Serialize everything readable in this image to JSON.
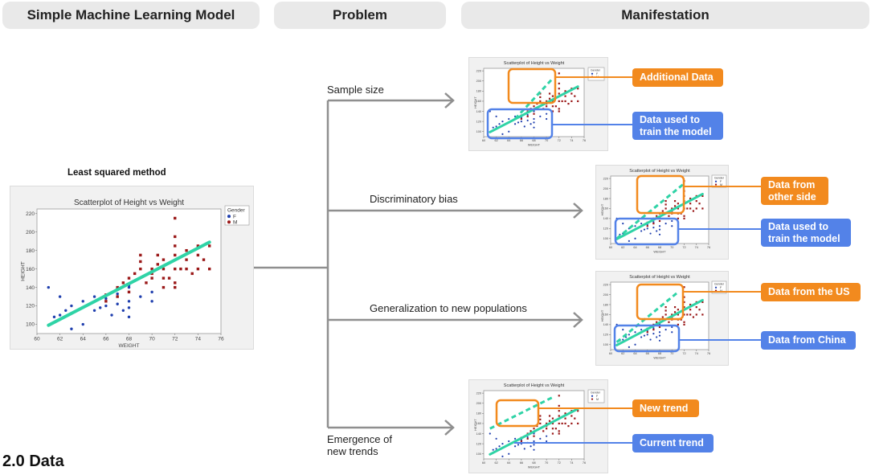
{
  "headers": {
    "model": "Simple Machine Learning Model",
    "problem": "Problem",
    "manifestation": "Manifestation"
  },
  "main_chart": {
    "heading": "Least squared method",
    "title": "Scatterplot of Height vs Weight",
    "xlabel": "WEIGHT",
    "ylabel": "HEIGHT",
    "legend_title": "Gender",
    "legend_items": [
      "F",
      "M"
    ],
    "x_ticks": [
      "60",
      "62",
      "64",
      "66",
      "68",
      "70",
      "72",
      "74",
      "76"
    ],
    "y_ticks": [
      "100",
      "120",
      "140",
      "160",
      "180",
      "200",
      "220"
    ]
  },
  "problems": [
    {
      "label": "Sample size"
    },
    {
      "label": "Discriminatory bias"
    },
    {
      "label": "Generalization to new populations"
    },
    {
      "label": "Emergence of new trends"
    }
  ],
  "manifestations": [
    {
      "orange_label": "Additional Data",
      "blue_label": "Data used to train the model"
    },
    {
      "orange_label": "Data from other side",
      "blue_label": "Data used to train the model"
    },
    {
      "orange_label": "Data from the US",
      "blue_label": "Data from China"
    },
    {
      "orange_label": "New trend",
      "blue_label": "Current trend"
    }
  ],
  "footer": "2.0 Data",
  "colors": {
    "fit_line": "#2fd3a6",
    "female_points": "#1f3fae",
    "male_points": "#9a1818",
    "orange": "#f28a1e",
    "blue": "#5382e8",
    "arrow": "#8f8f8f"
  },
  "chart_data": {
    "type": "scatter",
    "title": "Scatterplot of Height vs Weight",
    "xlabel": "WEIGHT",
    "ylabel": "HEIGHT",
    "xlim": [
      60,
      76
    ],
    "ylim": [
      90,
      225
    ],
    "grid": false,
    "legend_position": "top-right",
    "series": [
      {
        "name": "F",
        "points": [
          [
            61,
            140
          ],
          [
            61.5,
            108
          ],
          [
            62,
            110
          ],
          [
            62,
            130
          ],
          [
            62.5,
            115
          ],
          [
            63,
            112
          ],
          [
            63,
            120
          ],
          [
            63,
            95
          ],
          [
            64,
            100
          ],
          [
            64,
            125
          ],
          [
            65,
            115
          ],
          [
            65,
            130
          ],
          [
            65.5,
            118
          ],
          [
            66,
            120
          ],
          [
            66,
            128
          ],
          [
            66.5,
            110
          ],
          [
            67,
            122
          ],
          [
            67,
            133
          ],
          [
            67.5,
            115
          ],
          [
            68,
            108
          ],
          [
            68,
            118
          ],
          [
            68,
            125
          ],
          [
            68,
            140
          ],
          [
            68,
            142
          ],
          [
            69,
            130
          ],
          [
            70,
            125
          ],
          [
            70,
            135
          ]
        ]
      },
      {
        "name": "M",
        "points": [
          [
            66,
            125
          ],
          [
            66,
            132
          ],
          [
            67,
            130
          ],
          [
            67,
            140
          ],
          [
            67.5,
            145
          ],
          [
            68,
            135
          ],
          [
            68,
            150
          ],
          [
            68.5,
            155
          ],
          [
            69,
            160
          ],
          [
            69,
            175
          ],
          [
            69,
            168
          ],
          [
            69.5,
            145
          ],
          [
            70,
            150
          ],
          [
            70,
            160
          ],
          [
            70,
            155
          ],
          [
            70.5,
            165
          ],
          [
            70.5,
            175
          ],
          [
            71,
            140
          ],
          [
            71,
            150
          ],
          [
            71,
            160
          ],
          [
            71,
            170
          ],
          [
            71.5,
            150
          ],
          [
            72,
            140
          ],
          [
            72,
            145
          ],
          [
            72,
            160
          ],
          [
            72,
            175
          ],
          [
            72,
            185
          ],
          [
            72,
            195
          ],
          [
            72,
            215
          ],
          [
            72.5,
            160
          ],
          [
            73,
            160
          ],
          [
            73,
            170
          ],
          [
            73,
            180
          ],
          [
            73.5,
            155
          ],
          [
            74,
            160
          ],
          [
            74,
            175
          ],
          [
            74,
            185
          ],
          [
            74.5,
            170
          ],
          [
            75,
            160
          ],
          [
            75,
            185
          ]
        ]
      }
    ],
    "fit_line": {
      "x": [
        61,
        75
      ],
      "y": [
        99,
        189
      ]
    }
  }
}
